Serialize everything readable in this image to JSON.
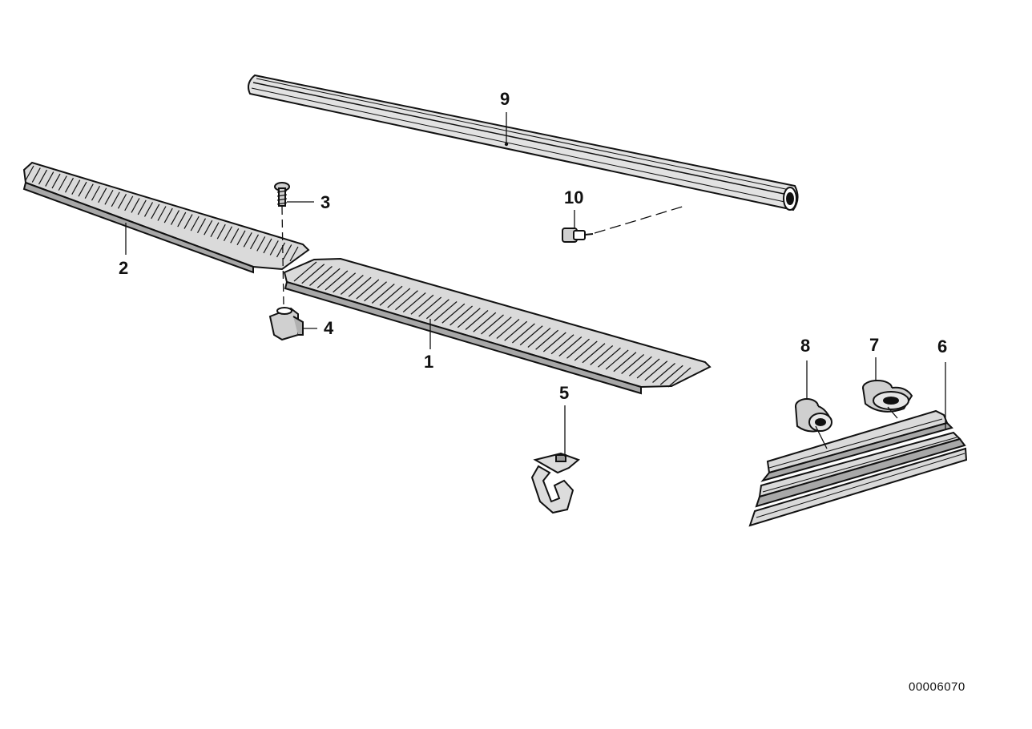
{
  "callouts": {
    "c1": "1",
    "c2": "2",
    "c3": "3",
    "c4": "4",
    "c5": "5",
    "c6": "6",
    "c7": "7",
    "c8": "8",
    "c9": "9",
    "c10": "10"
  },
  "document_number": "00006070",
  "colors": {
    "ink": "#111111",
    "fill": "#d9d9d9",
    "shade": "#a8a8a8",
    "paper": "#ffffff"
  }
}
